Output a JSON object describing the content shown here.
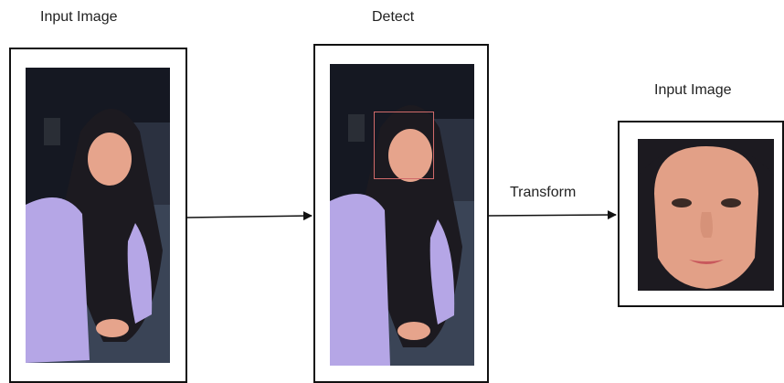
{
  "steps": [
    {
      "label": "Input Image"
    },
    {
      "label": "Detect"
    },
    {
      "label": "Input Image"
    }
  ],
  "transitions": [
    {
      "label": ""
    },
    {
      "label": "Transform"
    }
  ],
  "colors": {
    "frame": "#111111",
    "arrow": "#111111",
    "bounding_box": "#d06a6a",
    "background_dark": "#151822",
    "hijab": "#1c1a20",
    "skin": "#e6a48c",
    "sleeve": "#b5a6e6"
  }
}
